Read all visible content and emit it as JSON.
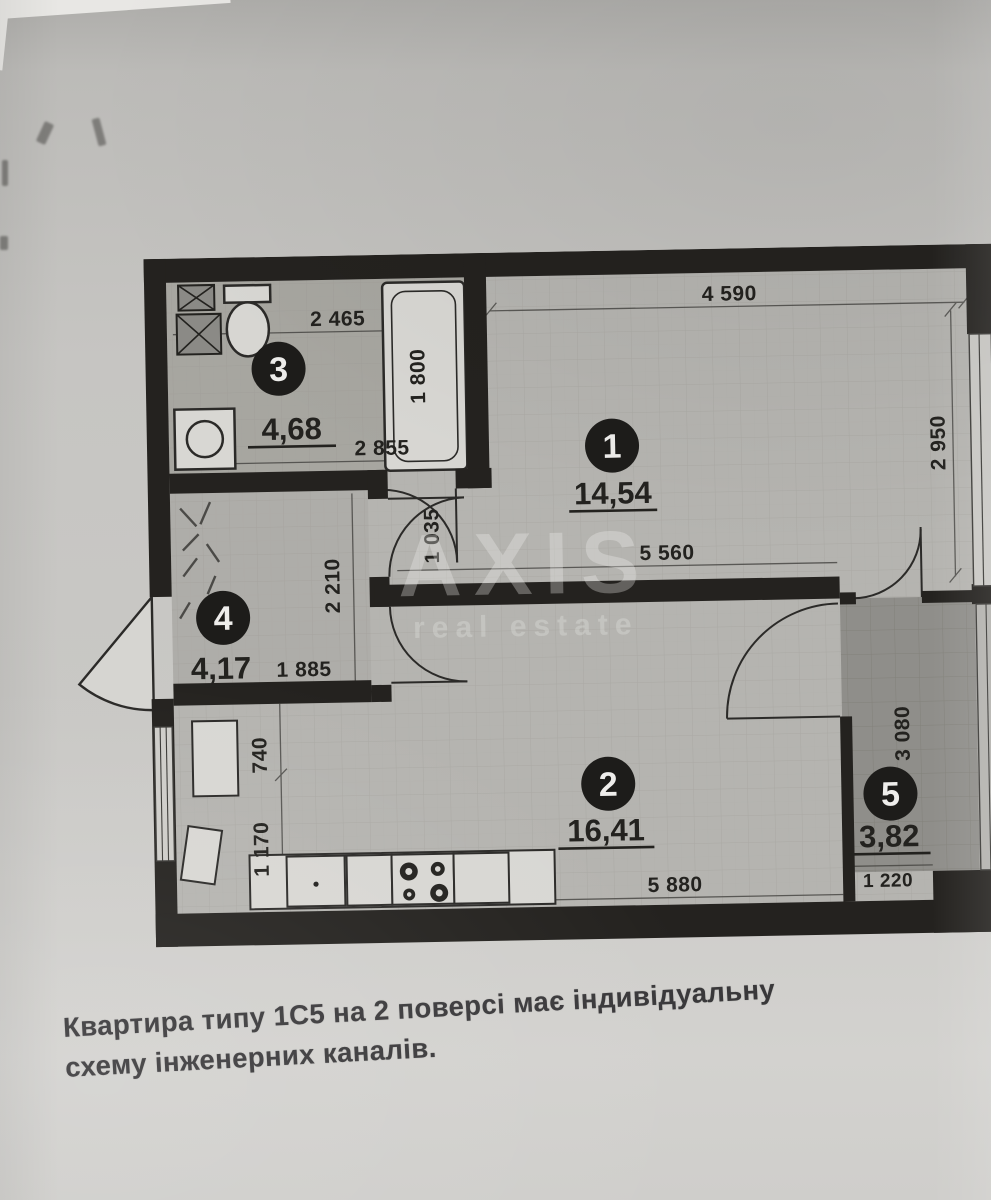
{
  "document": {
    "type_label": "apartment floor plan scan"
  },
  "caption": {
    "line1": "Квартира типу 1С5 на 2 поверсі має індивідуальну",
    "line2": "схему інженерних каналів."
  },
  "watermark": {
    "title": "AXIS",
    "subtitle": "real estate"
  },
  "rooms": [
    {
      "number": "1",
      "area": "14,54"
    },
    {
      "number": "2",
      "area": "16,41"
    },
    {
      "number": "3",
      "area": "4,68"
    },
    {
      "number": "4",
      "area": "4,17"
    },
    {
      "number": "5",
      "area": "3,82"
    }
  ],
  "dimensions": {
    "room1_top": "4 590",
    "room1_right": "2 950",
    "room1_bottom": "5 560",
    "room2_bottom": "5 880",
    "room3_top": "2 465",
    "room3_bottom": "2 855",
    "bathtub_length": "1 800",
    "hall_door": "1 035",
    "hall_depth": "2 210",
    "hall_width": "1 885",
    "niche_depth": "740",
    "niche_width": "1 170",
    "balcony_length": "3 080",
    "balcony_width": "1 220"
  },
  "colors": {
    "paper": "#c6c5c2",
    "wall": "#24221f",
    "floor": "#b4b3af",
    "balcony": "#8f8e8a",
    "text": "#23221f",
    "watermark": "#f6f5f2"
  }
}
